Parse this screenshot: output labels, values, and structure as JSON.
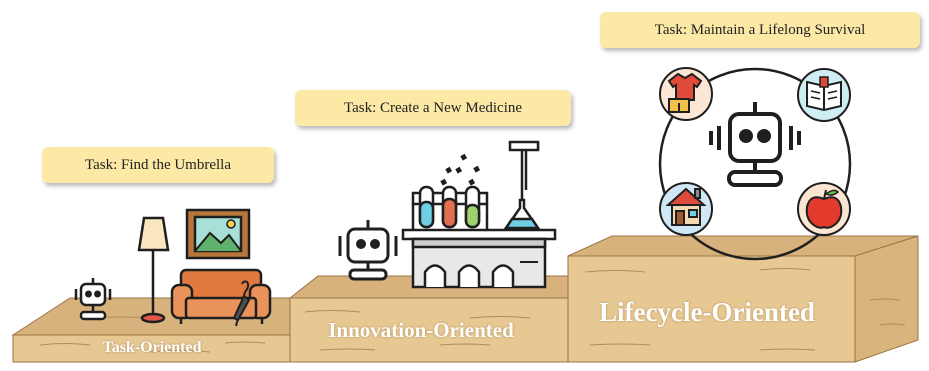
{
  "levels": [
    {
      "task": "Task: Find the Umbrella",
      "label": "Task-Oriented"
    },
    {
      "task": "Task: Create a New Medicine",
      "label": "Innovation-Oriented"
    },
    {
      "task": "Task: Maintain a Lifelong Survival",
      "label": "Lifecycle-Oriented"
    }
  ],
  "colors": {
    "wood_top": "#d7b27d",
    "wood_front": "#e7c893",
    "wood_side": "#d9b57e",
    "wood_grain": "#b58a52",
    "bubble": "#fde9a6",
    "sofa": "#e27a3f",
    "picture_frame": "#b7763a",
    "tube_blue": "#6fd0e4",
    "tube_red": "#e0704f",
    "tube_green": "#9cd36d",
    "apple": "#e23a2c",
    "outline": "#1f1f1f"
  },
  "icons": [
    "robot-icon",
    "floor-lamp-icon",
    "sofa-icon",
    "picture-frame-icon",
    "umbrella-icon",
    "test-tubes-icon",
    "flask-icon",
    "laboratory-bench-icon",
    "clothes-icon",
    "book-icon",
    "house-icon",
    "apple-icon"
  ]
}
